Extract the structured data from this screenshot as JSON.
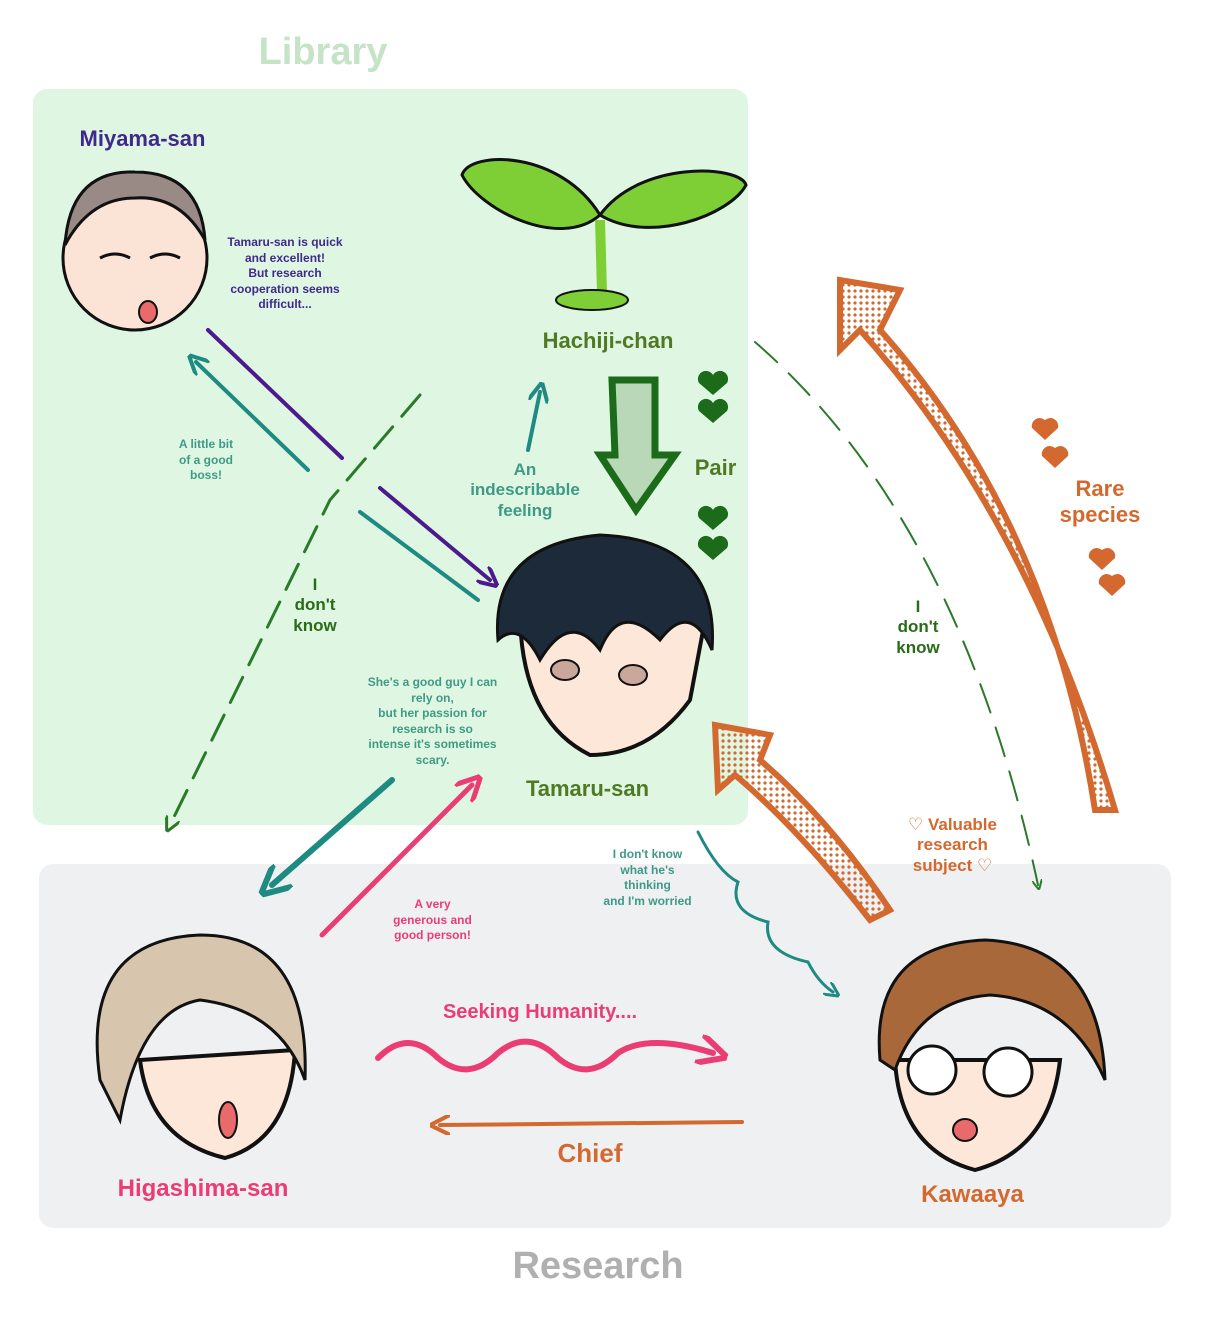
{
  "zones": {
    "library": "Library",
    "research": "Research"
  },
  "characters": {
    "miyama": "Miyama-san",
    "hachiji": "Hachiji-chan",
    "tamaru": "Tamaru-san",
    "higashima": "Higashima-san",
    "kawaaya": "Kawaaya"
  },
  "relations": {
    "miyama_on_tamaru": "Tamaru-san is quick\nand excellent!\nBut research\ncooperation seems\ndifficult...",
    "tamaru_on_miyama": "A little bit\nof a good\nboss!",
    "tamaru_on_hachiji": "An\nindescribable\nfeeling",
    "pair": "Pair",
    "dont_know_left": "I\ndon't\nknow",
    "dont_know_right": "I\ndon't\nknow",
    "tamaru_on_higashima": "She's a good guy I can\nrely on,\nbut her passion for\nresearch is so\nintense it's sometimes\nscary.",
    "higashima_on_tamaru": "A very\ngenerous and\ngood person!",
    "tamaru_on_kawaaya": "I don't know\nwhat he's\nthinking\nand I'm worried",
    "kawaaya_on_tamaru": "♡ Valuable\nresearch\nsubject ♡",
    "rare_species": "Rare\nspecies",
    "higashima_to_kawaaya": "Seeking Humanity....",
    "kawaaya_to_higashima": "Chief"
  },
  "colors": {
    "library_bg": "#dff7e2",
    "research_bg": "#eef0f2",
    "miyama": "#3f2a8c",
    "green": "#4f7a23",
    "teal": "#3e9a86",
    "pink": "#ea3d74",
    "orange": "#d3692f"
  }
}
